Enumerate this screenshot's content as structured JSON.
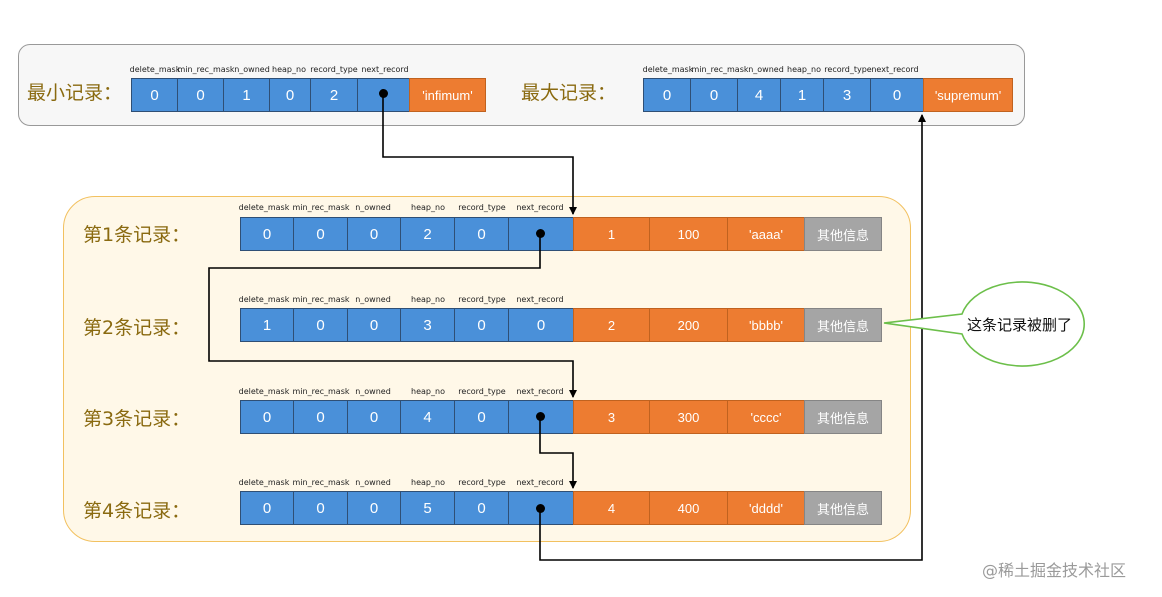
{
  "header_fields": [
    "delete_mask",
    "min_rec_mask",
    "n_owned",
    "heap_no",
    "record_type",
    "next_record"
  ],
  "infimum": {
    "label": "最小记录：",
    "values": [
      "0",
      "0",
      "1",
      "0",
      "2",
      ""
    ],
    "data_label": "'infimum'"
  },
  "supremum": {
    "label": "最大记录：",
    "values": [
      "0",
      "0",
      "4",
      "1",
      "3",
      "0"
    ],
    "data_label": "'supremum'"
  },
  "records": [
    {
      "label": "第1条记录：",
      "values": [
        "0",
        "0",
        "0",
        "2",
        "0",
        ""
      ],
      "data": [
        "1",
        "100",
        "'aaaa'",
        "其他信息"
      ]
    },
    {
      "label": "第2条记录：",
      "values": [
        "1",
        "0",
        "0",
        "3",
        "0",
        "0"
      ],
      "data": [
        "2",
        "200",
        "'bbbb'",
        "其他信息"
      ]
    },
    {
      "label": "第3条记录：",
      "values": [
        "0",
        "0",
        "0",
        "4",
        "0",
        ""
      ],
      "data": [
        "3",
        "300",
        "'cccc'",
        "其他信息"
      ]
    },
    {
      "label": "第4条记录：",
      "values": [
        "0",
        "0",
        "0",
        "5",
        "0",
        ""
      ],
      "data": [
        "4",
        "400",
        "'dddd'",
        "其他信息"
      ]
    }
  ],
  "callout": "这条记录被删了",
  "watermark": "@稀土掘金技术社区",
  "colors": {
    "header_blue": "#4a90d9",
    "data_orange": "#ed7c31",
    "other_gray": "#a5a5a5",
    "user_box_border": "#f2c160"
  }
}
